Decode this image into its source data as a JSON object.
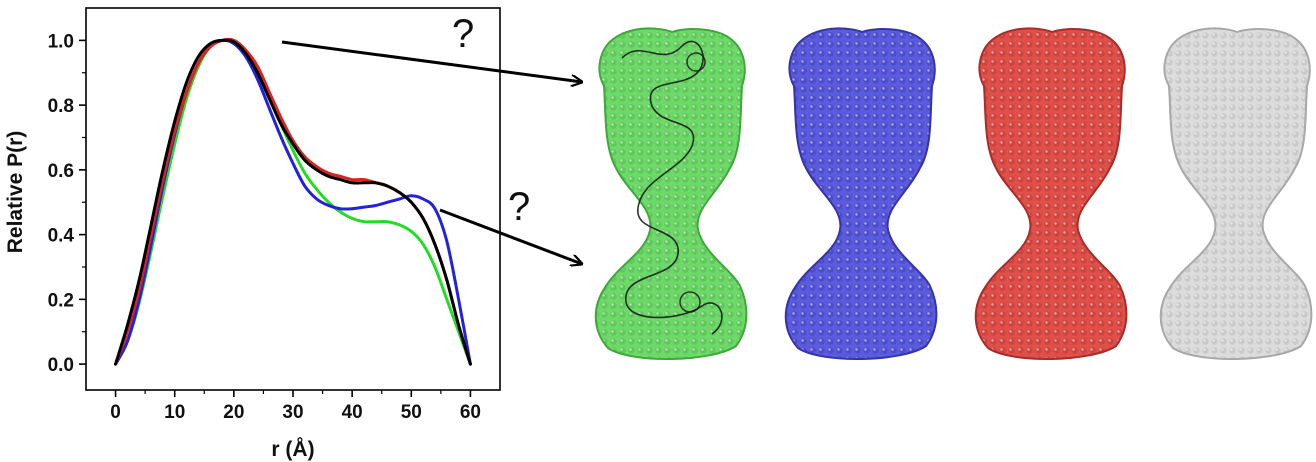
{
  "chart_data": {
    "type": "line",
    "xlabel": "r (Å)",
    "ylabel": "Relative P(r)",
    "xlim": [
      -5,
      65
    ],
    "ylim": [
      -0.08,
      1.1
    ],
    "xticks": [
      0,
      10,
      20,
      30,
      40,
      50,
      60
    ],
    "yticks": [
      0.0,
      0.2,
      0.4,
      0.6,
      0.8,
      1.0
    ],
    "grid": false,
    "legend": "none",
    "series": [
      {
        "color": "#22dd22",
        "x": [
          0,
          2,
          4,
          6,
          8,
          10,
          12,
          14,
          16,
          18,
          20,
          22,
          24,
          26,
          28,
          30,
          32,
          34,
          36,
          38,
          40,
          42,
          44,
          46,
          48,
          50,
          52,
          54,
          56,
          58,
          60
        ],
        "y": [
          0,
          0.07,
          0.19,
          0.35,
          0.52,
          0.68,
          0.82,
          0.92,
          0.98,
          1.0,
          1.0,
          0.97,
          0.91,
          0.83,
          0.74,
          0.66,
          0.59,
          0.54,
          0.5,
          0.47,
          0.45,
          0.44,
          0.44,
          0.44,
          0.43,
          0.41,
          0.37,
          0.3,
          0.2,
          0.1,
          0
        ]
      },
      {
        "color": "#2222dd",
        "x": [
          0,
          2,
          4,
          6,
          8,
          10,
          12,
          14,
          16,
          18,
          20,
          22,
          24,
          26,
          28,
          30,
          32,
          34,
          36,
          38,
          40,
          42,
          44,
          46,
          48,
          50,
          52,
          54,
          56,
          58,
          60
        ],
        "y": [
          0,
          0.07,
          0.2,
          0.37,
          0.55,
          0.71,
          0.84,
          0.93,
          0.98,
          1.0,
          0.99,
          0.95,
          0.88,
          0.79,
          0.7,
          0.62,
          0.55,
          0.51,
          0.49,
          0.48,
          0.48,
          0.485,
          0.49,
          0.5,
          0.51,
          0.52,
          0.51,
          0.48,
          0.38,
          0.2,
          0
        ]
      },
      {
        "color": "#dd2222",
        "x": [
          0,
          2,
          4,
          6,
          8,
          10,
          12,
          14,
          16,
          18,
          20,
          22,
          24,
          26,
          28,
          30,
          32,
          34,
          36,
          38,
          40,
          42,
          44,
          46,
          48,
          50,
          52,
          54,
          56,
          58,
          60
        ],
        "y": [
          0,
          0.1,
          0.23,
          0.4,
          0.57,
          0.72,
          0.84,
          0.93,
          0.98,
          1.0,
          1.0,
          0.97,
          0.92,
          0.84,
          0.76,
          0.69,
          0.64,
          0.61,
          0.59,
          0.58,
          0.57,
          0.57,
          0.56,
          0.55,
          0.53,
          0.5,
          0.45,
          0.37,
          0.26,
          0.12,
          0
        ]
      },
      {
        "color": "#000000",
        "x": [
          0,
          2,
          4,
          6,
          8,
          10,
          12,
          14,
          16,
          18,
          20,
          22,
          24,
          26,
          28,
          30,
          32,
          34,
          36,
          38,
          40,
          42,
          44,
          46,
          48,
          50,
          52,
          54,
          56,
          58,
          60
        ],
        "y": [
          0,
          0.12,
          0.26,
          0.43,
          0.6,
          0.75,
          0.87,
          0.95,
          0.99,
          1.0,
          0.995,
          0.96,
          0.9,
          0.82,
          0.74,
          0.68,
          0.63,
          0.6,
          0.58,
          0.57,
          0.56,
          0.56,
          0.56,
          0.55,
          0.53,
          0.5,
          0.45,
          0.37,
          0.26,
          0.12,
          0
        ]
      }
    ],
    "annotations": [
      "?",
      "?"
    ]
  },
  "models": [
    {
      "fill": "#6fd86a",
      "shade": "#3fa83a",
      "has_ribbon": true
    },
    {
      "fill": "#5b5bdd",
      "shade": "#3434a8",
      "has_ribbon": false
    },
    {
      "fill": "#e0504a",
      "shade": "#a82c28",
      "has_ribbon": false
    },
    {
      "fill": "#dcdcdc",
      "shade": "#a8a8a8",
      "has_ribbon": false
    }
  ]
}
